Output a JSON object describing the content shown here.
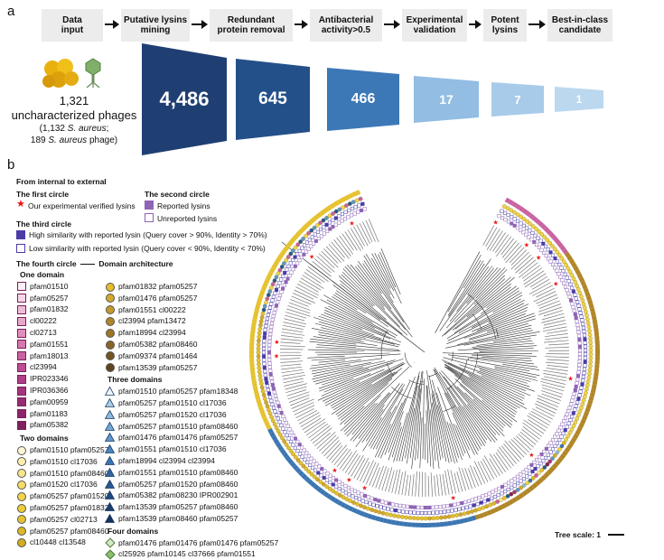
{
  "panel_a": {
    "label": "a",
    "steps": [
      {
        "line1": "Data",
        "line2": "input"
      },
      {
        "line1": "Putative lysins",
        "line2": "mining"
      },
      {
        "line1": "Redundant",
        "line2": "protein removal"
      },
      {
        "line1": "Antibacterial",
        "line2": "activity>0.5"
      },
      {
        "line1": "Experimental",
        "line2": "validation"
      },
      {
        "line1": "Potent",
        "line2": "lysins"
      },
      {
        "line1": "Best-in-class",
        "line2": "candidate"
      }
    ],
    "phages": {
      "count": "1,321",
      "desc": "uncharacterized phages",
      "detail1_pre": "(1,132 ",
      "detail1_em": "S. aureus",
      "detail1_post": ";",
      "detail2_pre": "189 ",
      "detail2_em": "S. aureus",
      "detail2_post": " phage)"
    },
    "funnel_values": [
      "4,486",
      "645",
      "466",
      "17",
      "7",
      "1"
    ],
    "funnel_colors": [
      "#1f3f73",
      "#24508a",
      "#3c78b6",
      "#93bde3",
      "#a8cbea",
      "#bcd8ef"
    ]
  },
  "panel_b": {
    "label": "b",
    "order_title": "From internal to external",
    "first_circle": {
      "title": "The first circle",
      "item": "Our experimental verified lysins"
    },
    "second_circle": {
      "title": "The second circle",
      "reported": "Reported lysins",
      "unreported": "Unreported lysins"
    },
    "third_circle": {
      "title": "The third circle",
      "high": "High similarity with reported lysin (Query cover > 90%, Identity > 70%)",
      "low": "Low similarity with reported lysin (Query cover < 90%, Identity < 70%)"
    },
    "fourth_circle": {
      "title": "The fourth circle",
      "suffix": "Domain architecture"
    },
    "one_domain": {
      "title": "One domain",
      "items": [
        "pfam01510",
        "pfam05257",
        "pfam01832",
        "cl00222",
        "cl02713",
        "pfam01551",
        "pfam18013",
        "cl23994",
        "IPR023346",
        "IPR036366",
        "pfam00959",
        "pfam01183",
        "pfam05382"
      ],
      "colors": [
        "#fbeef4",
        "#f6d6e6",
        "#efbcd6",
        "#e8a6ca",
        "#df8fbc",
        "#d478ae",
        "#c962a1",
        "#bd4d94",
        "#b03e88",
        "#a3347d",
        "#962c73",
        "#8a2669",
        "#7e215f"
      ]
    },
    "two_domains": {
      "title": "Two domains",
      "items": [
        "pfam01510 pfam05257",
        "pfam01510 cl17036",
        "pfam01510 pfam08460",
        "pfam01520 cl17036",
        "pfam05257 pfam01520",
        "pfam05257 pfam01832",
        "pfam05257 cl02713",
        "pfam05257 pfam08460",
        "cl10448 cl13548"
      ],
      "colors": [
        "#fdf6d6",
        "#fbefb0",
        "#f8e68a",
        "#f5dd66",
        "#f2d44a",
        "#eccc37",
        "#e5c22f",
        "#dcb828",
        "#d1ad22"
      ]
    },
    "two_domains_b": {
      "items": [
        "pfam01832 pfam05257",
        "pfam01476 pfam05257",
        "pfam01551 cl00222",
        "cl23994 pfam13472",
        "pfam18994 cl23994",
        "pfam05382 pfam08460",
        "pfam09374 pfam01464",
        "pfam13539 pfam05257"
      ],
      "colors": [
        "#e6bd2f",
        "#d4a92c",
        "#c4992a",
        "#b08628",
        "#9c7627",
        "#876524",
        "#735520",
        "#5c451c"
      ]
    },
    "three_domains": {
      "title": "Three domains",
      "items": [
        "pfam01510 pfam05257 pfam18348",
        "pfam05257 pfam01510 cl17036",
        "pfam05257 pfam01520 cl17036",
        "pfam05257 pfam01510 pfam08460",
        "pfam01476 pfam01476 pfam05257",
        "pfam01551 pfam01510 cl17036",
        "pfam18994 cl23994 cl23994",
        "pfam01551 pfam01510 pfam08460",
        "pfam05257 pfam01520 pfam08460",
        "pfam05382 pfam08230 IPR002901",
        "pfam13539 pfam05257 pfam08460",
        "pfam13539 pfam08460 pfam05257"
      ],
      "colors": [
        "#eef4fa",
        "#a9cce9",
        "#8dbbe0",
        "#72a9d6",
        "#5d97cb",
        "#4a86bf",
        "#3c76b2",
        "#3066a2",
        "#275892",
        "#1f4a80",
        "#193d6d",
        "#14325b"
      ]
    },
    "four_domains": {
      "title": "Four domains",
      "items": [
        "pfam01476 pfam01476 pfam01476 pfam05257",
        "cl25926 pfam10145 cl37666 pfam01551"
      ],
      "colors": [
        "#d6e8c8",
        "#8cbf6f"
      ]
    },
    "tree_scale": "Tree scale: 1"
  }
}
